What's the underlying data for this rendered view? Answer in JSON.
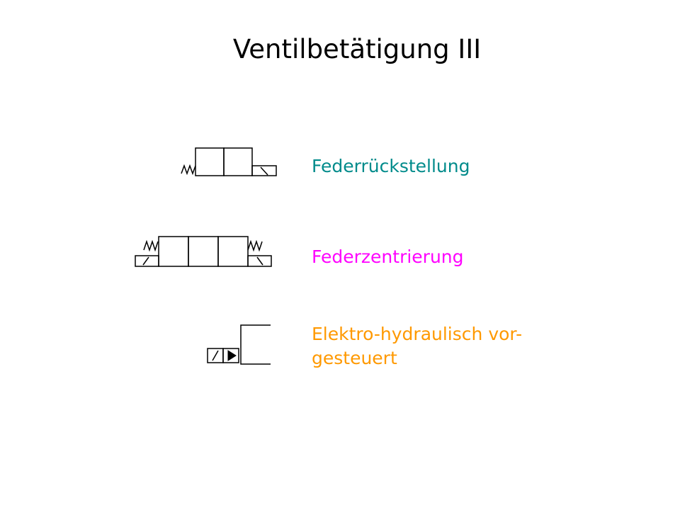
{
  "title": "Ventilbetätigung III",
  "items": [
    {
      "label": "Federrückstellung",
      "color": "#008b8b"
    },
    {
      "label": "Federzentrierung",
      "color": "#ff00ff"
    },
    {
      "label_line1": "Elektro-hydraulisch vor-",
      "label_line2": "gesteuert",
      "color": "#ff9900"
    }
  ]
}
